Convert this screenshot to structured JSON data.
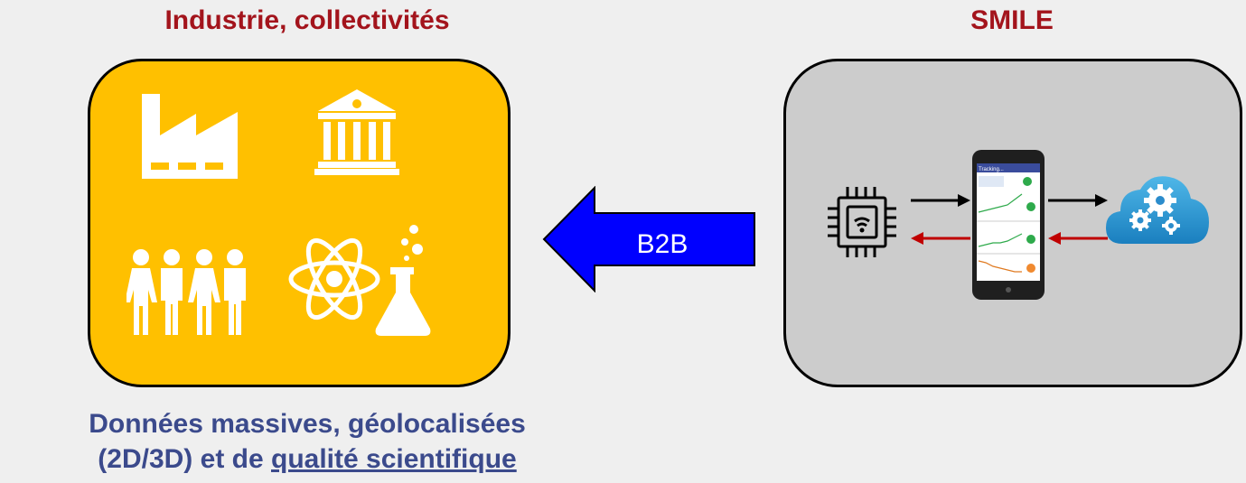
{
  "left_panel": {
    "heading": "Industrie, collectivités",
    "fill_color": "#ffc000",
    "icons": [
      "factory-icon",
      "government-building-icon",
      "people-group-icon",
      "atom-icon",
      "lab-flask-icon"
    ],
    "caption_line1": "Données massives, géolocalisées",
    "caption_line2_plain": "(2D/3D) et de ",
    "caption_line2_emphasis": "qualité scientifique"
  },
  "right_panel": {
    "heading": "SMILE",
    "fill_color": "#cccccc",
    "icons": [
      "sensor-chip-icon",
      "smartphone-app-icon",
      "cloud-computing-icon"
    ],
    "phone_app_title": "Tracking..."
  },
  "connector": {
    "label": "B2B",
    "direction": "right-to-left",
    "color": "#0000ff"
  },
  "colors": {
    "heading": "#a3141c",
    "caption": "#3b4a8c",
    "forward_arrows": "#000000",
    "return_arrows": "#c00000"
  }
}
